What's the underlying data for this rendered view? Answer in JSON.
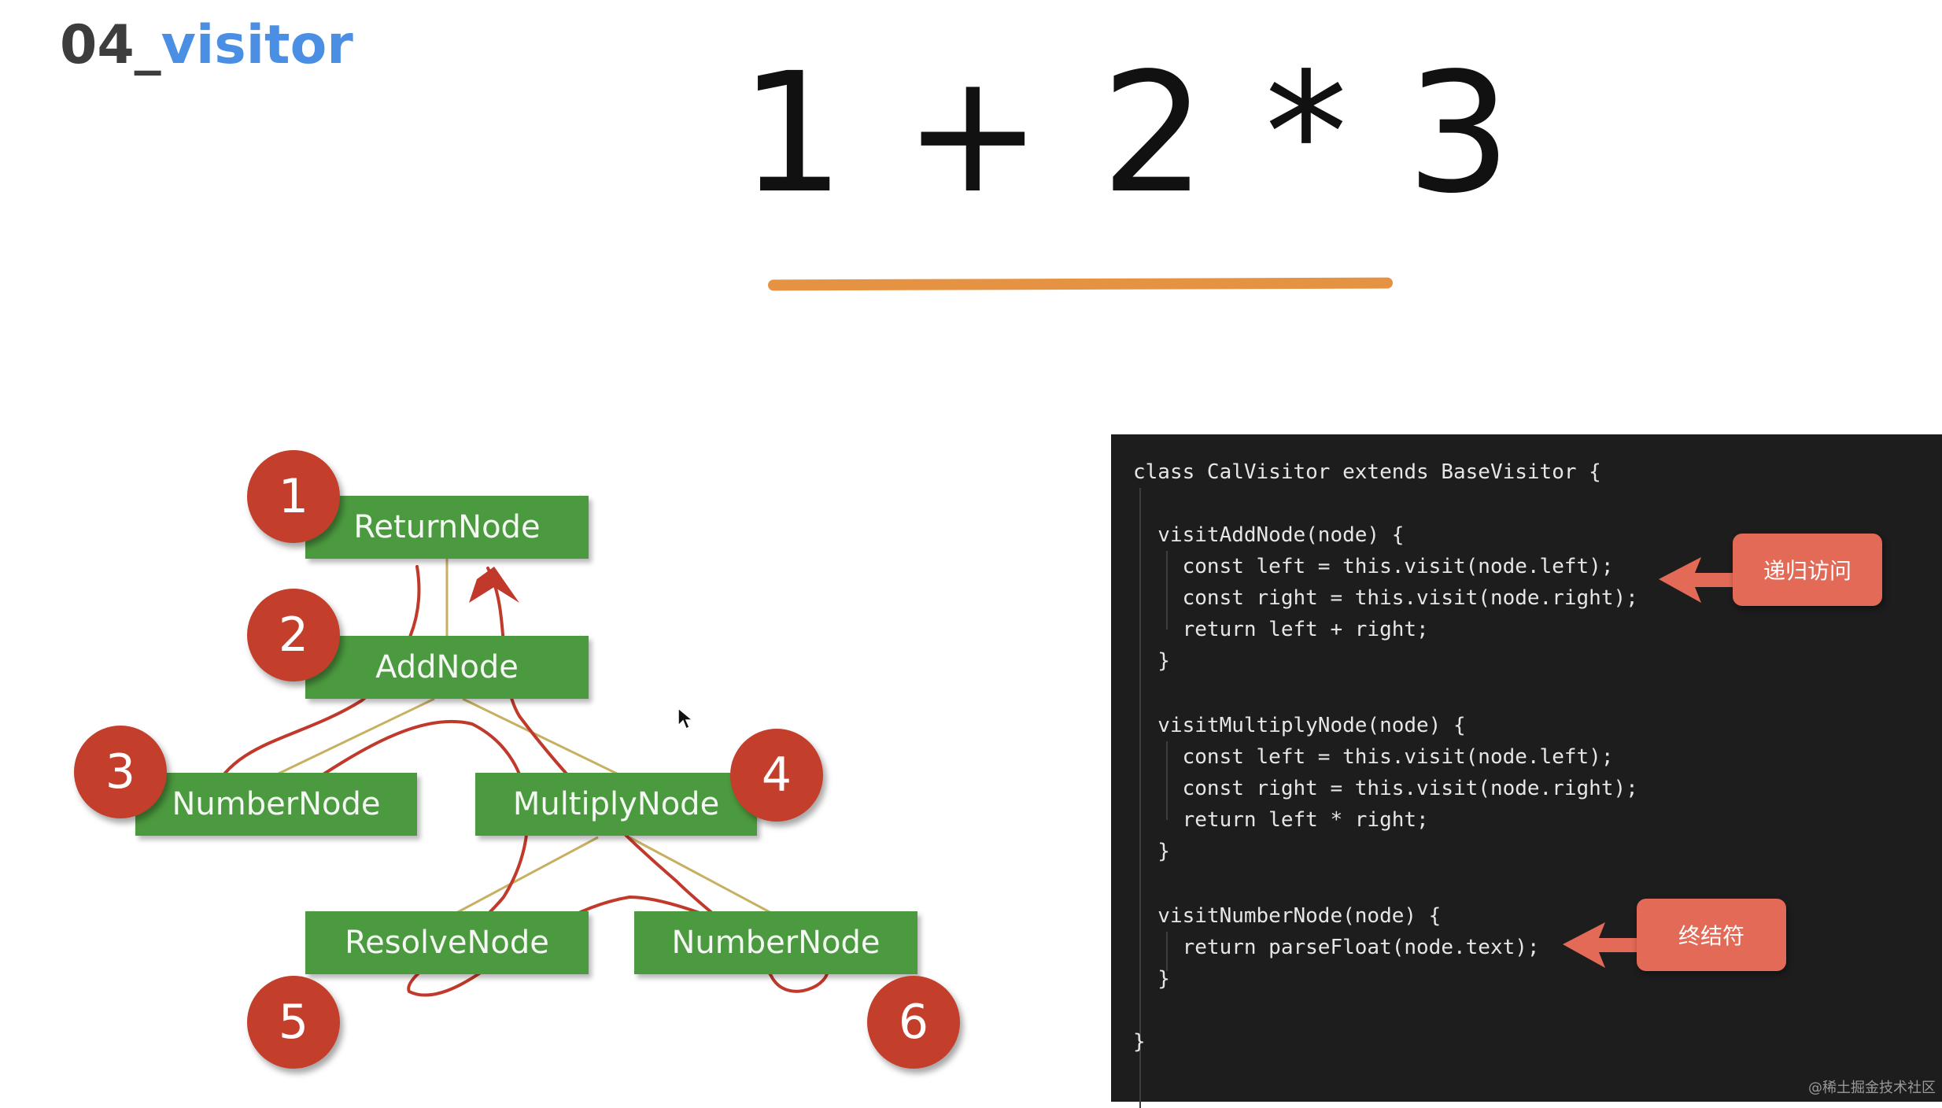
{
  "title": {
    "number": "04_",
    "word": "visitor"
  },
  "expression": "1 + 2 * 3",
  "colors": {
    "node_green": "#4c9a3f",
    "badge_red": "#c43e2c",
    "underline_orange": "#e59343",
    "traversal_red": "#c0392b",
    "callout_red": "#e26a57",
    "code_bg": "#1d1d1d"
  },
  "tree": {
    "nodes": [
      {
        "id": "return",
        "label": "ReturnNode"
      },
      {
        "id": "add",
        "label": "AddNode"
      },
      {
        "id": "number-left",
        "label": "NumberNode"
      },
      {
        "id": "multiply",
        "label": "MultiplyNode"
      },
      {
        "id": "resolve",
        "label": "ResolveNode"
      },
      {
        "id": "number-right",
        "label": "NumberNode"
      }
    ],
    "badges": [
      "1",
      "2",
      "3",
      "4",
      "5",
      "6"
    ]
  },
  "code": {
    "lines": [
      "class CalVisitor extends BaseVisitor {",
      "",
      "  visitAddNode(node) {",
      "    const left = this.visit(node.left);",
      "    const right = this.visit(node.right);",
      "    return left + right;",
      "  }",
      "",
      "  visitMultiplyNode(node) {",
      "    const left = this.visit(node.left);",
      "    const right = this.visit(node.right);",
      "    return left * right;",
      "  }",
      "",
      "  visitNumberNode(node) {",
      "    return parseFloat(node.text);",
      "  }",
      "",
      "}"
    ],
    "callouts": [
      "递归访问",
      "终结符"
    ]
  },
  "watermark": "@稀土掘金技术社区"
}
